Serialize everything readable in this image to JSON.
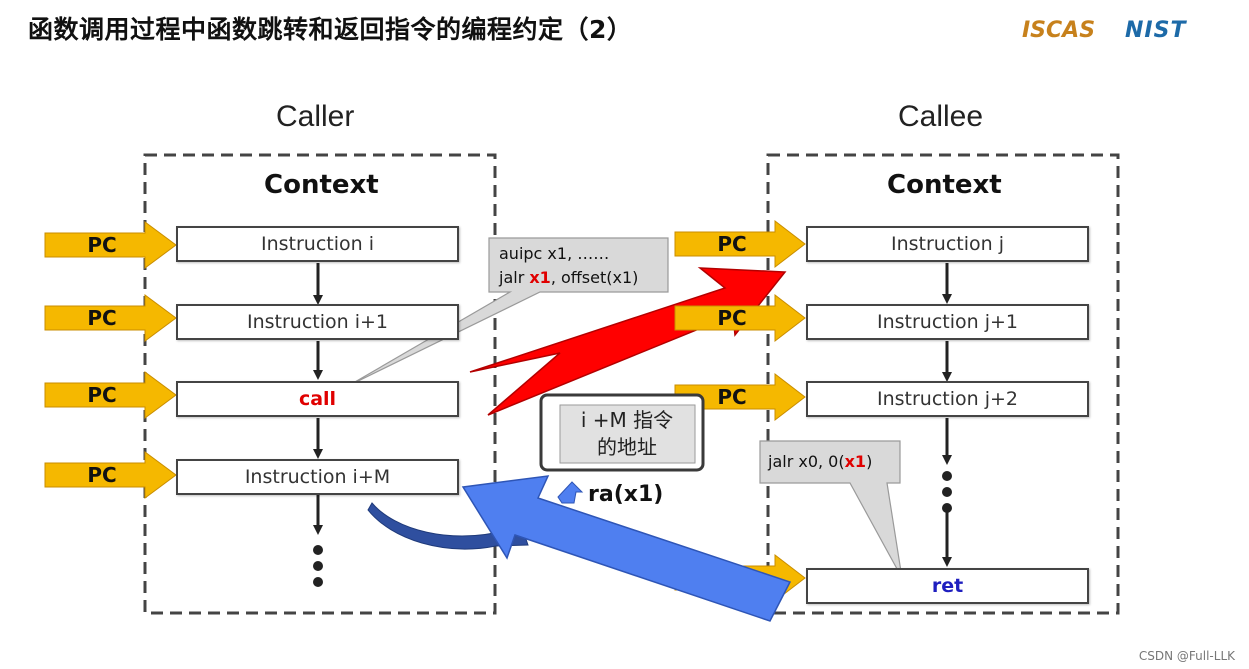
{
  "title": "函数调用过程中函数跳转和返回指令的编程约定（2）",
  "logos": {
    "iscas": "ISCAS",
    "nist": "NIST"
  },
  "caller": {
    "heading": "Caller",
    "context": "Context",
    "instructions": [
      "Instruction i",
      "Instruction i+1",
      "call",
      "Instruction i+M"
    ]
  },
  "callee": {
    "heading": "Callee",
    "context": "Context",
    "instructions": [
      "Instruction j",
      "Instruction j+1",
      "Instruction j+2",
      "ret"
    ]
  },
  "pc_label": "PC",
  "call_callout": {
    "line1": "auipc x1, ……",
    "line2_prefix": "jalr ",
    "line2_reg": "x1",
    "line2_suffix": ", offset(x1)"
  },
  "ret_callout": {
    "prefix": "jalr x0, 0(",
    "reg": "x1",
    "suffix": ")"
  },
  "return_address": {
    "line1": "i +M 指令",
    "line2": "的地址"
  },
  "ra_label": "ra(x1)",
  "watermark": "CSDN @Full-LLK",
  "colors": {
    "pc_arrow": "#f5b800",
    "call_arrow": "#ff0000",
    "return_arrow": "#4f7ff0",
    "callout_fill": "#d9d9d9",
    "call_text": "#e00000",
    "ret_text": "#1f1fbf"
  }
}
